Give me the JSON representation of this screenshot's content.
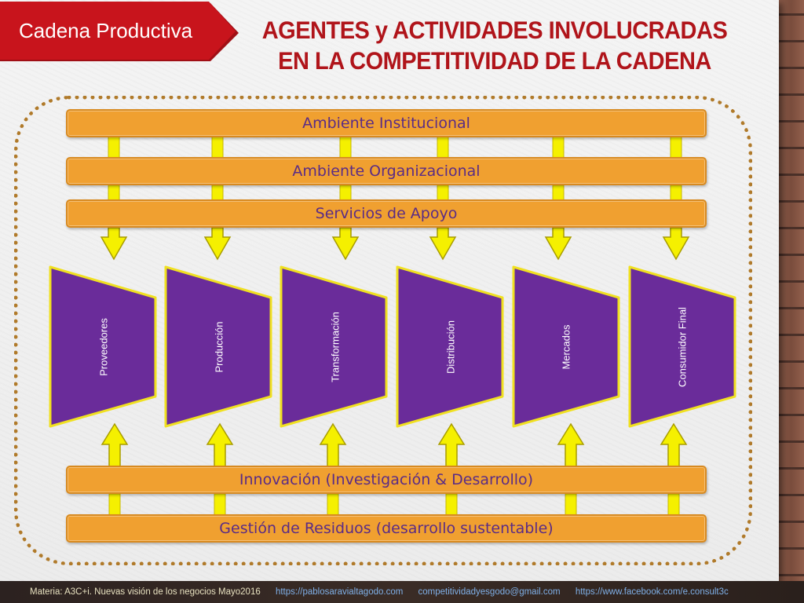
{
  "header": {
    "section_tag": "Cadena Productiva",
    "title_line1": "AGENTES y ACTIVIDADES INVOLUCRADAS",
    "title_line2": "EN LA COMPETITIVIDAD DE LA CADENA"
  },
  "top_bars": [
    {
      "label": "Ambiente Institucional"
    },
    {
      "label": "Ambiente Organizacional"
    },
    {
      "label": "Servicios de Apoyo"
    }
  ],
  "stages": [
    {
      "label": "Proveedores"
    },
    {
      "label": "Producción"
    },
    {
      "label": "Transformación"
    },
    {
      "label": "Distribución"
    },
    {
      "label": "Mercados"
    },
    {
      "label": "Consumidor Final"
    }
  ],
  "bottom_bars": [
    {
      "label": "Innovación (Investigación & Desarrollo)"
    },
    {
      "label": "Gestión de Residuos (desarrollo sustentable)"
    }
  ],
  "footer": {
    "course": "Materia: A3C+i. Nuevas visión de los negocios Mayo2016",
    "link1": "https://pablosaravialtagodo.com",
    "email": "competitividadyesgodo@gmail.com",
    "link2": "https://www.facebook.com/e.consult3c"
  },
  "colors": {
    "tag_red": "#c8141c",
    "title_red": "#b0141a",
    "bar_orange": "#f0a030",
    "bar_text": "#5a2c86",
    "stage_purple": "#6a2c9a",
    "stage_outline": "#f0e020",
    "arrow_yellow": "#f5f000",
    "frame_dots": "#b07a2a"
  }
}
